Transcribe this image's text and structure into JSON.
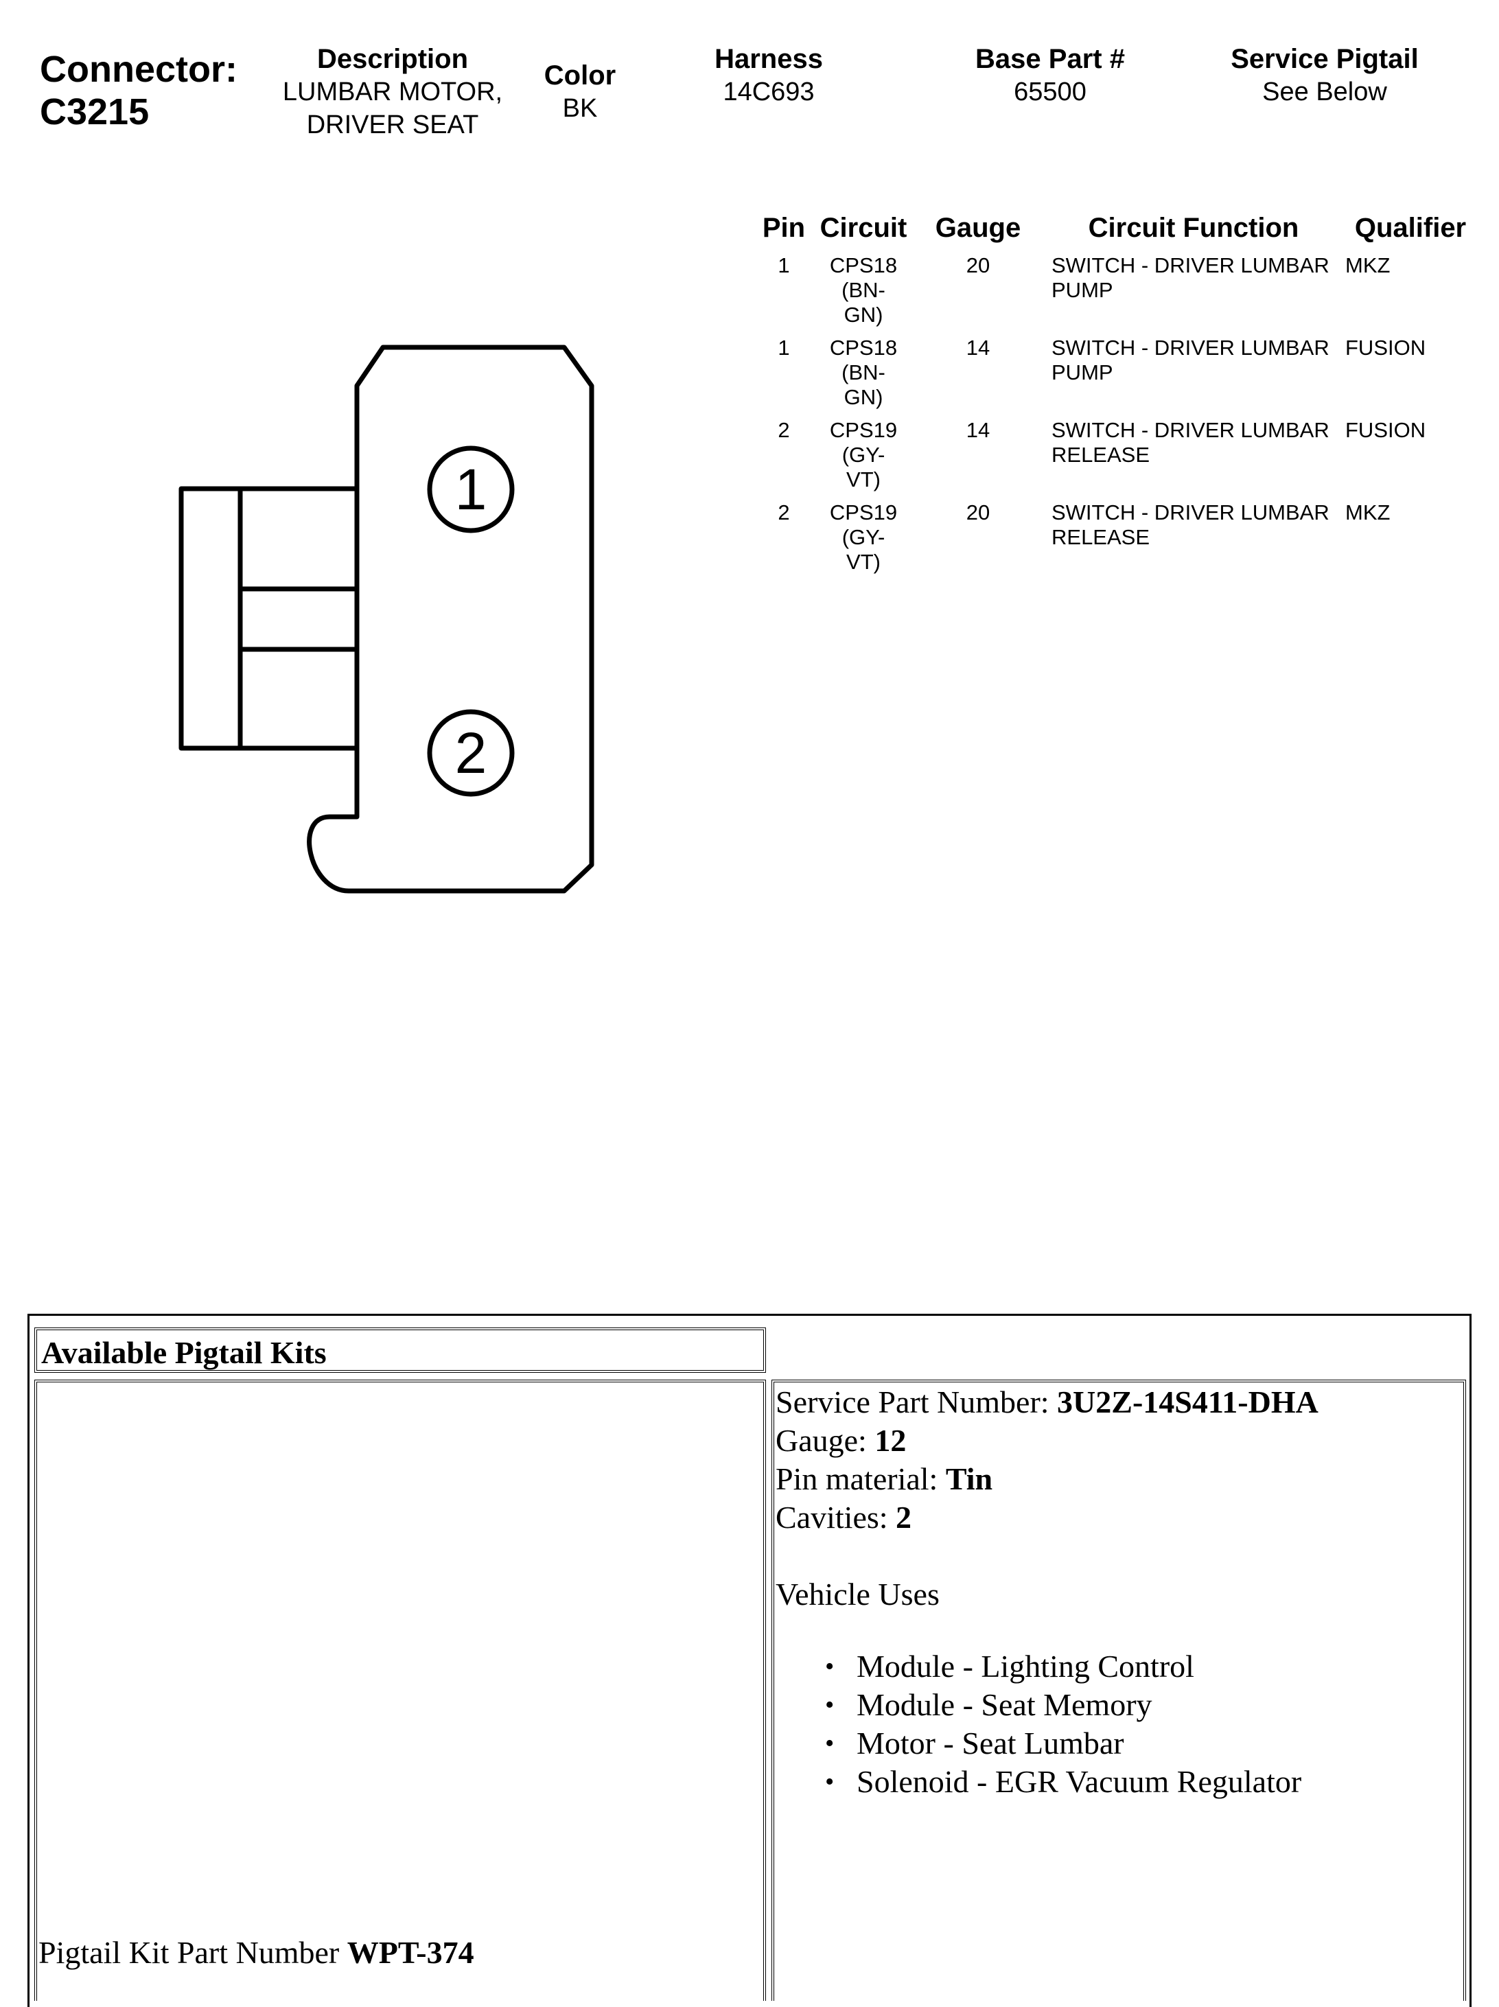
{
  "connector": {
    "label": "Connector:",
    "id": "C3215"
  },
  "header": {
    "description": {
      "label": "Description",
      "line1": "LUMBAR MOTOR,",
      "line2": "DRIVER SEAT"
    },
    "color": {
      "label": "Color",
      "value": "BK"
    },
    "harness": {
      "label": "Harness",
      "value": "14C693"
    },
    "base_part": {
      "label": "Base Part #",
      "value": "65500"
    },
    "service_pigtail": {
      "label": "Service Pigtail",
      "value": "See Below"
    }
  },
  "pin_table": {
    "headers": [
      "Pin",
      "Circuit",
      "Gauge",
      "Circuit Function",
      "Qualifier"
    ],
    "rows": [
      {
        "pin": "1",
        "circuit1": "CPS18 (BN-",
        "circuit2": "GN)",
        "gauge": "20",
        "func1": "SWITCH - DRIVER LUMBAR",
        "func2": "PUMP",
        "qualifier": "MKZ"
      },
      {
        "pin": "1",
        "circuit1": "CPS18 (BN-",
        "circuit2": "GN)",
        "gauge": "14",
        "func1": "SWITCH - DRIVER LUMBAR",
        "func2": "PUMP",
        "qualifier": "FUSION"
      },
      {
        "pin": "2",
        "circuit1": "CPS19 (GY-",
        "circuit2": "VT)",
        "gauge": "14",
        "func1": "SWITCH - DRIVER LUMBAR",
        "func2": "RELEASE",
        "qualifier": "FUSION"
      },
      {
        "pin": "2",
        "circuit1": "CPS19 (GY-",
        "circuit2": "VT)",
        "gauge": "20",
        "func1": "SWITCH - DRIVER LUMBAR",
        "func2": "RELEASE",
        "qualifier": "MKZ"
      }
    ]
  },
  "diagram": {
    "pin1": "1",
    "pin2": "2"
  },
  "pigtail": {
    "heading": "Available Pigtail Kits",
    "kit_label": "Pigtail Kit Part Number ",
    "kit_value": "WPT-374",
    "service_part_label": "Service Part Number: ",
    "service_part_value": "3U2Z-14S411-DHA",
    "gauge_label": "Gauge: ",
    "gauge_value": "12",
    "pin_material_label": "Pin material: ",
    "pin_material_value": "Tin",
    "cavities_label": "Cavities: ",
    "cavities_value": "2",
    "vehicle_uses_label": "Vehicle Uses",
    "uses": [
      "Module - Lighting Control",
      "Module - Seat Memory",
      "Motor - Seat Lumbar",
      "Solenoid - EGR Vacuum Regulator"
    ]
  }
}
